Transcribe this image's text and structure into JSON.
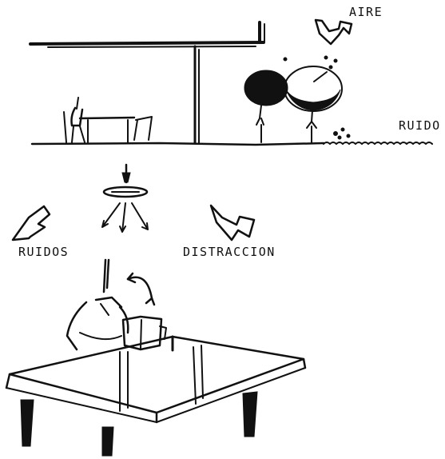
{
  "labels": {
    "air": "AIRE",
    "noise_outside": "RUIDO",
    "noises": "RUIDOS",
    "distraction": "DISTRACCION"
  },
  "colors": {
    "ink": "#111111",
    "paper": "#ffffff"
  }
}
